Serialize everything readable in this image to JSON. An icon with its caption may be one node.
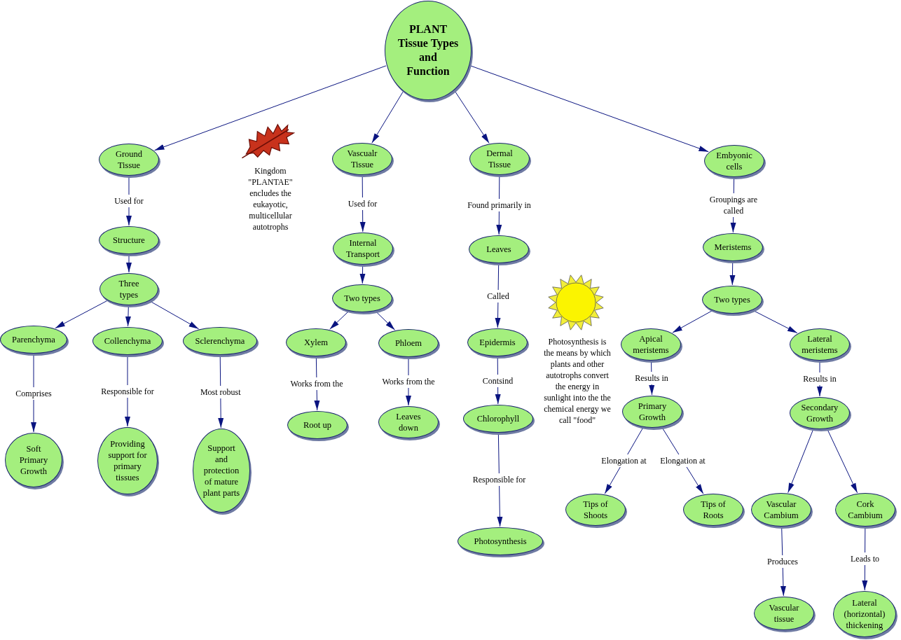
{
  "diagram": {
    "nodes": [
      {
        "text": [
          "PLANT Tissue Types and Function"
        ]
      },
      {
        "text": [
          "Ground Tissue"
        ]
      },
      {
        "text": [
          "Vascualr Tissue"
        ]
      },
      {
        "text": [
          "Dermal Tissue"
        ]
      },
      {
        "text": [
          "Embyonic cells"
        ]
      },
      {
        "text": [
          "Structure"
        ]
      },
      {
        "text": [
          "Three types"
        ]
      },
      {
        "text": [
          "Parenchyma"
        ]
      },
      {
        "text": [
          "Collenchyma"
        ]
      },
      {
        "text": [
          "Sclerenchyma"
        ]
      },
      {
        "text": [
          "Soft Primary Growth"
        ]
      },
      {
        "text": [
          "Providing support for primary tissues"
        ]
      },
      {
        "text": [
          "Support and protection of mature plant parts"
        ]
      },
      {
        "text": [
          "Internal Transport"
        ]
      },
      {
        "text": [
          "Two types"
        ]
      },
      {
        "text": [
          "Xylem"
        ]
      },
      {
        "text": [
          "Phloem"
        ]
      },
      {
        "text": [
          "Root up"
        ]
      },
      {
        "text": [
          "Leaves down"
        ]
      },
      {
        "text": [
          "Leaves"
        ]
      },
      {
        "text": [
          "Epidermis"
        ]
      },
      {
        "text": [
          "Chlorophyll"
        ]
      },
      {
        "text": [
          "Photosynthesis"
        ]
      },
      {
        "text": [
          "Meristems"
        ]
      },
      {
        "text": [
          "Two types"
        ]
      },
      {
        "text": [
          "Apical meristems"
        ]
      },
      {
        "text": [
          "Lateral meristems"
        ]
      },
      {
        "text": [
          "Primary Growth"
        ]
      },
      {
        "text": [
          "Secondary Growth"
        ]
      },
      {
        "text": [
          "Tips of Shoots"
        ]
      },
      {
        "text": [
          "Tips of Roots"
        ]
      },
      {
        "text": [
          "Vascular Cambium"
        ]
      },
      {
        "text": [
          "Cork Cambium"
        ]
      },
      {
        "text": [
          "Vascular tissue"
        ]
      },
      {
        "text": [
          "Lateral (horizontal) thickening"
        ]
      }
    ],
    "edges": [
      {
        "from": 0,
        "to": 1,
        "arrow": "to"
      },
      {
        "from": 0,
        "to": 2,
        "arrow": "to"
      },
      {
        "from": 0,
        "to": 3,
        "arrow": "to"
      },
      {
        "from": 0,
        "to": 4,
        "arrow": "to"
      },
      {
        "from": 1,
        "to": 5,
        "arrow": "to",
        "label": "Used for"
      },
      {
        "from": 5,
        "to": 6,
        "arrow": "to"
      },
      {
        "from": 6,
        "to": 7,
        "arrow": "to"
      },
      {
        "from": 6,
        "to": 8,
        "arrow": "to"
      },
      {
        "from": 6,
        "to": 9,
        "arrow": "to"
      },
      {
        "from": 7,
        "to": 10,
        "arrow": "to",
        "label": "Comprises"
      },
      {
        "from": 8,
        "to": 11,
        "arrow": "to",
        "label": "Responsible for"
      },
      {
        "from": 9,
        "to": 12,
        "arrow": "to",
        "label": "Most robust"
      },
      {
        "from": 2,
        "to": 13,
        "arrow": "to",
        "label": "Used for"
      },
      {
        "from": 13,
        "to": 14,
        "arrow": "to"
      },
      {
        "from": 14,
        "to": 15,
        "arrow": "to"
      },
      {
        "from": 14,
        "to": 16,
        "arrow": "to"
      },
      {
        "from": 15,
        "to": 17,
        "arrow": "to",
        "label": "Works from the"
      },
      {
        "from": 16,
        "to": 18,
        "arrow": "to",
        "label": "Works from the"
      },
      {
        "from": 3,
        "to": 19,
        "arrow": "to",
        "label": "Found primarily in"
      },
      {
        "from": 19,
        "to": 20,
        "arrow": "to",
        "label": "Called"
      },
      {
        "from": 20,
        "to": 21,
        "arrow": "to",
        "label": "Contsind"
      },
      {
        "from": 21,
        "to": 22,
        "arrow": "to",
        "label": "Responsible for"
      },
      {
        "from": 4,
        "to": 23,
        "arrow": "to",
        "label": "Groupings are called"
      },
      {
        "from": 23,
        "to": 24,
        "arrow": "to"
      },
      {
        "from": 24,
        "to": 25,
        "arrow": "to"
      },
      {
        "from": 24,
        "to": 26,
        "arrow": "to"
      },
      {
        "from": 25,
        "to": 27,
        "arrow": "to",
        "label": "Results in"
      },
      {
        "from": 26,
        "to": 28,
        "arrow": "to",
        "label": "Results in"
      },
      {
        "from": 27,
        "to": 29,
        "arrow": "to",
        "label": "Elongation at"
      },
      {
        "from": 27,
        "to": 30,
        "arrow": "to",
        "label": "Elongation at"
      },
      {
        "from": 28,
        "to": 31,
        "arrow": "to"
      },
      {
        "from": 28,
        "to": 32,
        "arrow": "to"
      },
      {
        "from": 31,
        "to": 33,
        "arrow": "to",
        "label": "Produces"
      },
      {
        "from": 32,
        "to": 34,
        "arrow": "to",
        "label": "Leads to"
      }
    ],
    "labels": [
      "Kingdom \"PLANTAE\" encludes the eukayotic, multicellular autotrophs",
      "Photosynthesis is the means by which plants and other autotrophs convert the energy in sunlight into the the chemical energy we call \"food\""
    ]
  }
}
